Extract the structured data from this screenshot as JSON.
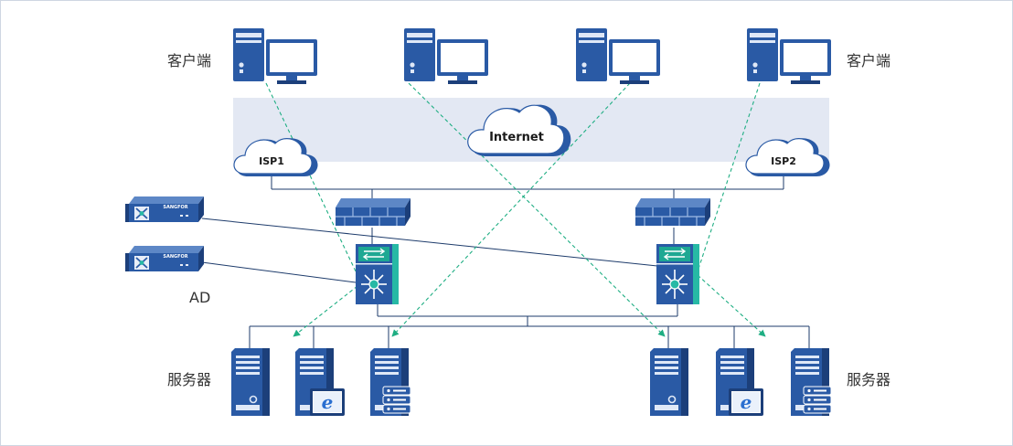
{
  "labels": {
    "clients_left": "客户端",
    "clients_right": "客户端",
    "servers_left": "服务器",
    "servers_right": "服务器",
    "ad": "AD"
  },
  "clouds": {
    "internet": "Internet",
    "isp1": "ISP1",
    "isp2": "ISP2"
  },
  "devices": {
    "appliance_brand_1": "SANGFOR",
    "appliance_brand_2": "SANGFOR"
  },
  "colors": {
    "device_blue": "#2a5aa5",
    "device_dark": "#1c3f7a",
    "switch_teal": "#27b9a5",
    "dashed_green": "#1fae83",
    "band": "#e3e8f3",
    "line": "#1d3b6b"
  }
}
